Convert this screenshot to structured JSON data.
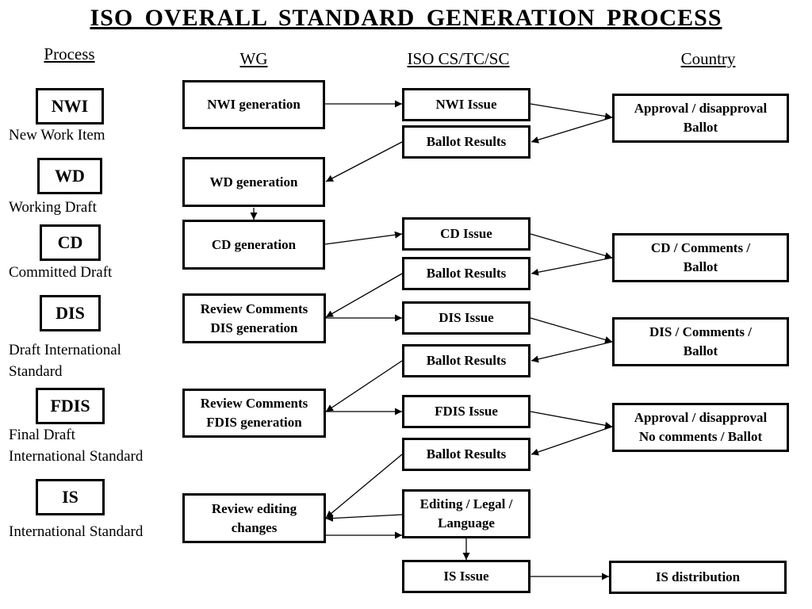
{
  "title": "ISO  OVERALL  STANDARD  GENERATION  PROCESS",
  "columns": {
    "process": "Process",
    "wg": "WG",
    "iso": "ISO CS/TC/SC",
    "country": "Country"
  },
  "stages": [
    {
      "abbr": "NWI",
      "desc": "New Work Item"
    },
    {
      "abbr": "WD",
      "desc": "Working Draft"
    },
    {
      "abbr": "CD",
      "desc": "Committed Draft"
    },
    {
      "abbr": "DIS",
      "desc": "Draft International\nStandard"
    },
    {
      "abbr": "FDIS",
      "desc": "Final Draft\nInternational Standard"
    },
    {
      "abbr": "IS",
      "desc": "International Standard"
    }
  ],
  "wg_boxes": {
    "nwi_generation": "NWI generation",
    "wd_generation": "WD generation",
    "cd_generation": "CD generation",
    "dis_generation": "Review Comments\nDIS generation",
    "fdis_generation": "Review Comments\nFDIS generation",
    "review_editing": "Review editing\nchanges"
  },
  "iso_boxes": {
    "nwi_issue": "NWI Issue",
    "ballot_results_1": "Ballot Results",
    "cd_issue": "CD Issue",
    "ballot_results_2": "Ballot Results",
    "dis_issue": "DIS Issue",
    "ballot_results_3": "Ballot Results",
    "fdis_issue": "FDIS Issue",
    "ballot_results_4": "Ballot Results",
    "editing_legal": "Editing / Legal /\nLanguage",
    "is_issue": "IS Issue"
  },
  "country_boxes": {
    "nwi_ballot": "Approval / disapproval\nBallot",
    "cd_ballot": "CD / Comments /\nBallot",
    "dis_ballot": "DIS / Comments /\nBallot",
    "fdis_ballot": "Approval / disapproval\nNo comments / Ballot",
    "is_distribution": "IS distribution"
  }
}
